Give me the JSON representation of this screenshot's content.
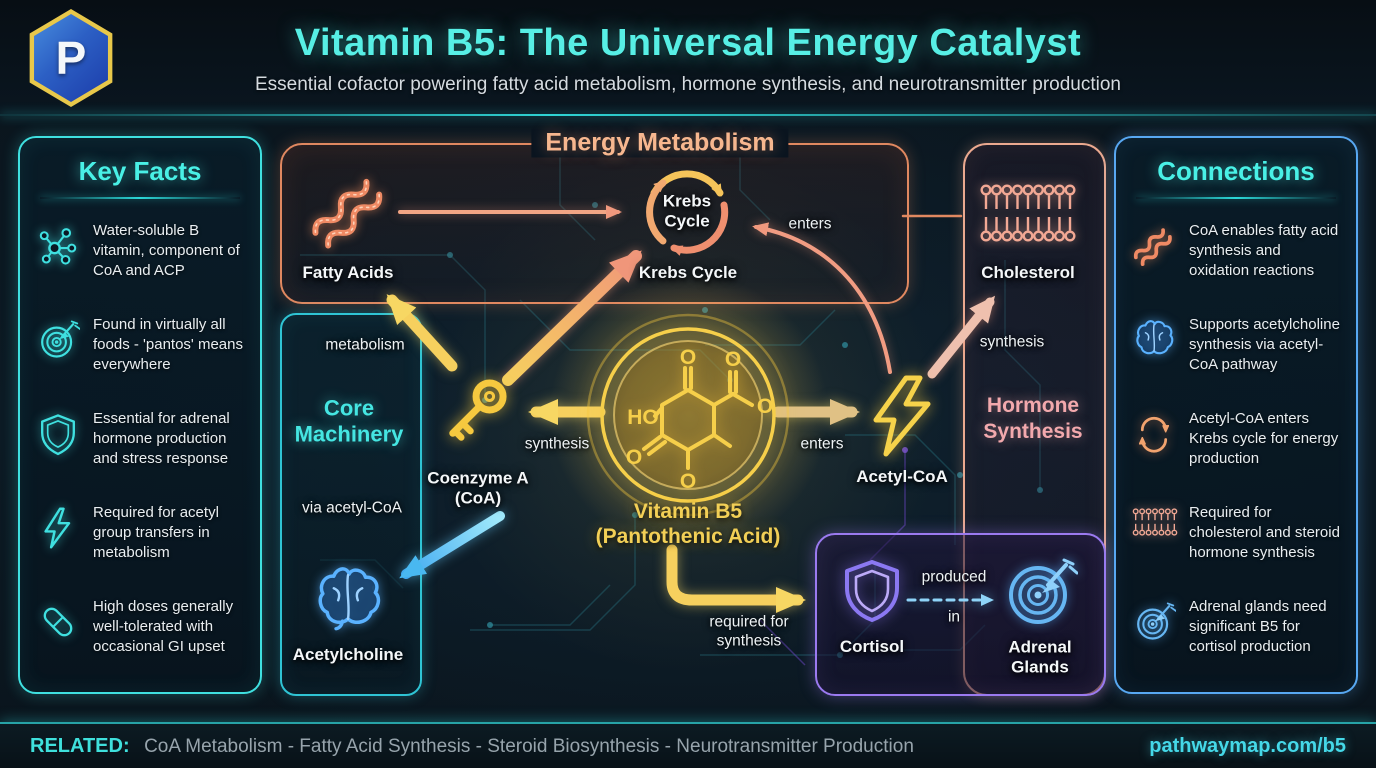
{
  "header": {
    "logo_letter": "P",
    "title": "Vitamin B5: The Universal Energy Catalyst",
    "subtitle": "Essential cofactor powering fatty acid metabolism, hormone synthesis, and neurotransmitter production"
  },
  "key_facts": {
    "title": "Key Facts",
    "items": [
      {
        "icon": "molecule-icon",
        "text": "Water-soluble B vitamin, component of CoA and ACP"
      },
      {
        "icon": "target-icon",
        "text": "Found in virtually all foods - 'pantos' means everywhere"
      },
      {
        "icon": "shield-icon",
        "text": "Essential for adrenal hormone production and stress response"
      },
      {
        "icon": "bolt-icon",
        "text": "Required for acetyl group transfers in metabolism"
      },
      {
        "icon": "pill-icon",
        "text": "High doses generally well-tolerated with occasional GI upset"
      }
    ]
  },
  "connections": {
    "title": "Connections",
    "items": [
      {
        "icon": "fatty-acid-icon",
        "text": "CoA enables fatty acid synthesis and oxidation reactions"
      },
      {
        "icon": "brain-icon",
        "text": "Supports acetylcholine synthesis via acetyl-CoA pathway"
      },
      {
        "icon": "cycle-icon",
        "text": "Acetyl-CoA enters Krebs cycle for energy production"
      },
      {
        "icon": "membrane-icon",
        "text": "Required for cholesterol and steroid hormone synthesis"
      },
      {
        "icon": "target-icon",
        "text": "Adrenal glands need significant B5 for cortisol production"
      }
    ]
  },
  "diagram": {
    "sections": {
      "energy_metabolism": "Energy Metabolism",
      "core_machinery": "Core\nMachinery",
      "hormone_synthesis": "Hormone\nSynthesis"
    },
    "nodes": {
      "fatty_acids": "Fatty Acids",
      "krebs_circle": "Krebs\nCycle",
      "krebs_cycle": "Krebs Cycle",
      "cholesterol": "Cholesterol",
      "coenzyme_a": "Coenzyme A\n(CoA)",
      "vitamin_b5": "Vitamin B5\n(Pantothenic Acid)",
      "acetyl_coa": "Acetyl-CoA",
      "acetylcholine": "Acetylcholine",
      "cortisol": "Cortisol",
      "adrenal_glands": "Adrenal\nGlands"
    },
    "labels": {
      "metabolism": "metabolism",
      "synthesis_coa": "synthesis",
      "enters_acetyl": "enters",
      "enters_krebs": "enters",
      "synthesis_cholesterol": "synthesis",
      "required_for_synthesis": "required for\nsynthesis",
      "produced": "produced",
      "in": "in",
      "via_acetyl_coa": "via acetyl-CoA"
    },
    "molecule": {
      "ho": "HO",
      "o": "O"
    }
  },
  "footer": {
    "related_label": "RELATED:",
    "related_text": "CoA Metabolism - Fatty Acid Synthesis - Steroid Biosynthesis - Neurotransmitter Production",
    "url": "pathwaymap.com/b5"
  },
  "colors": {
    "cyan": "#3FE0E0",
    "blue": "#58A8F2",
    "orange": "#E08860",
    "salmon": "#F0967A",
    "gold": "#F6C93F",
    "pink": "#F2A9AD",
    "purple": "#9B7AF0",
    "brain_blue": "#5AB2FF"
  }
}
